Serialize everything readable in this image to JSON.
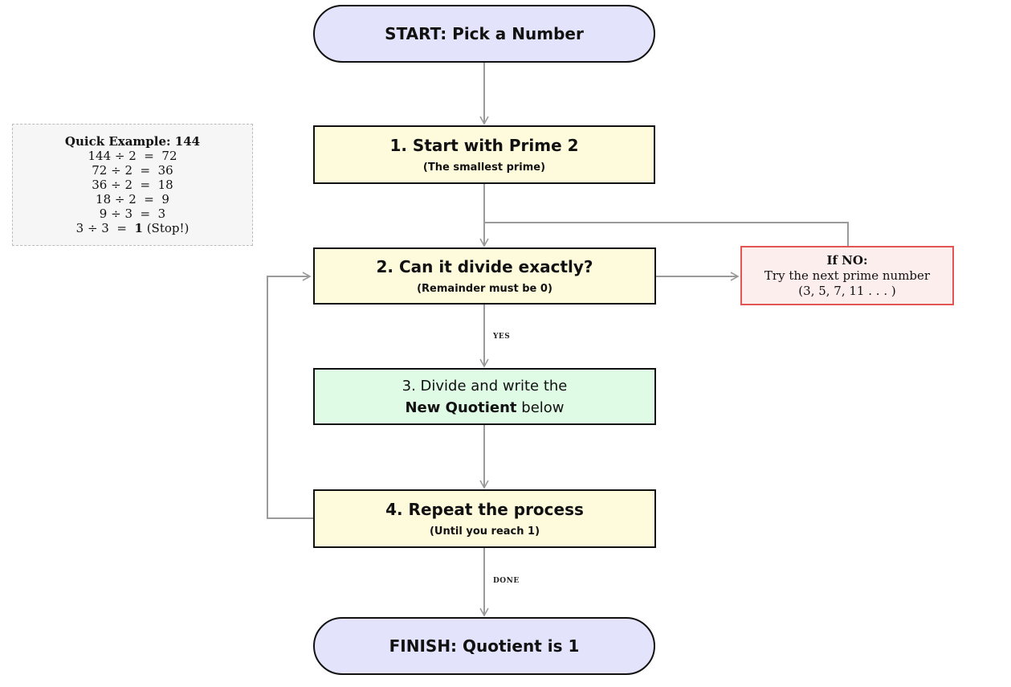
{
  "start": {
    "title": "START: Pick a Number"
  },
  "step1": {
    "title": "1. Start with Prime 2",
    "subtitle": "(The smallest prime)"
  },
  "step2": {
    "title": "2. Can it divide exactly?",
    "subtitle": "(Remainder must be 0)"
  },
  "step3": {
    "line1": "3. Divide and write the",
    "bold": "New Quotient",
    "rest": " below"
  },
  "step4": {
    "title": "4. Repeat the process",
    "subtitle": "(Until you reach 1)"
  },
  "finish": {
    "title": "FINISH: Quotient is 1"
  },
  "no_box": {
    "title": "If NO:",
    "line1": "Try the next prime number",
    "line2": "(3, 5, 7, 11 . . . )"
  },
  "edge_labels": {
    "yes": "yes",
    "done": "done"
  },
  "example": {
    "title": "Quick Example: 144",
    "lines": [
      "144 ÷ 2  =  72",
      "72 ÷ 2  =  36",
      "36 ÷ 2  =  18",
      "18 ÷ 2  =  9",
      "9 ÷ 3  =  3"
    ],
    "last_left": "3 ÷ 3  =  ",
    "last_bold": "1",
    "last_right": " (Stop!)"
  }
}
